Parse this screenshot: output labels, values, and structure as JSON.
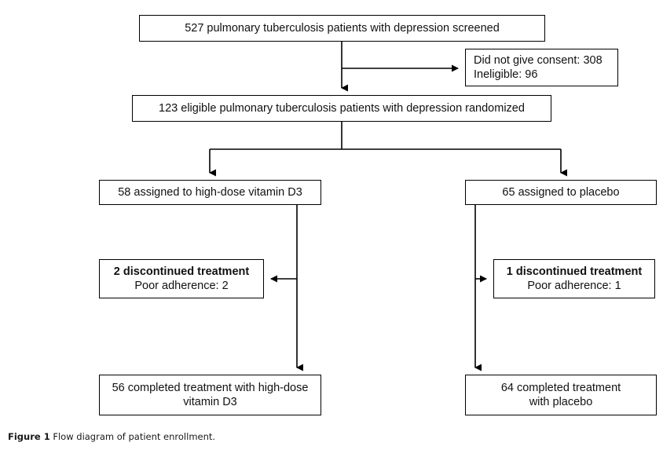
{
  "figure": {
    "caption_label": "Figure 1",
    "caption_text": "Flow diagram of patient enrollment."
  },
  "nodes": {
    "screened": {
      "line1": "527 pulmonary tuberculosis patients with depression screened"
    },
    "excluded": {
      "line1": "Did not give consent: 308",
      "line2": "Ineligible: 96"
    },
    "randomized": {
      "line1": "123 eligible pulmonary tuberculosis patients with depression randomized"
    },
    "vitd_assigned": {
      "line1": "58 assigned to high-dose vitamin D3"
    },
    "placebo_assigned": {
      "line1": "65 assigned to placebo"
    },
    "vitd_discontinued": {
      "line1": "2 discontinued treatment",
      "line2": "Poor adherence: 2"
    },
    "placebo_discontinued": {
      "line1": "1 discontinued treatment",
      "line2": "Poor adherence: 1"
    },
    "vitd_completed": {
      "line1": "56 completed treatment with high-dose",
      "line2": "vitamin D3"
    },
    "placebo_completed": {
      "line1": "64 completed treatment",
      "line2": "with placebo"
    }
  },
  "colors": {
    "stroke": "#000000",
    "fill": "#ffffff",
    "text": "#111111"
  }
}
